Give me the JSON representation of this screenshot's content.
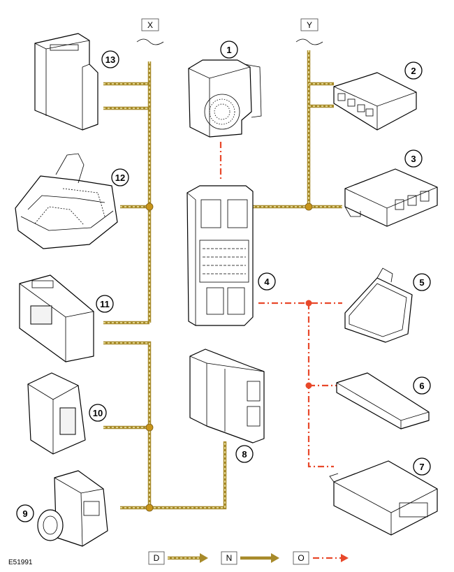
{
  "figure_id": "E51991",
  "bus_labels": {
    "x": "X",
    "y": "Y"
  },
  "legend": [
    {
      "key": "D",
      "line": "d"
    },
    {
      "key": "N",
      "line": "n"
    },
    {
      "key": "O",
      "line": "o"
    }
  ],
  "components": [
    {
      "num": "1"
    },
    {
      "num": "2"
    },
    {
      "num": "3"
    },
    {
      "num": "4"
    },
    {
      "num": "5"
    },
    {
      "num": "6"
    },
    {
      "num": "7"
    },
    {
      "num": "8"
    },
    {
      "num": "9"
    },
    {
      "num": "10"
    },
    {
      "num": "11"
    },
    {
      "num": "12"
    },
    {
      "num": "13"
    }
  ],
  "colors": {
    "bus_d": "#a78a2a",
    "bus_o": "#e8482a",
    "node": "#c8951b"
  }
}
